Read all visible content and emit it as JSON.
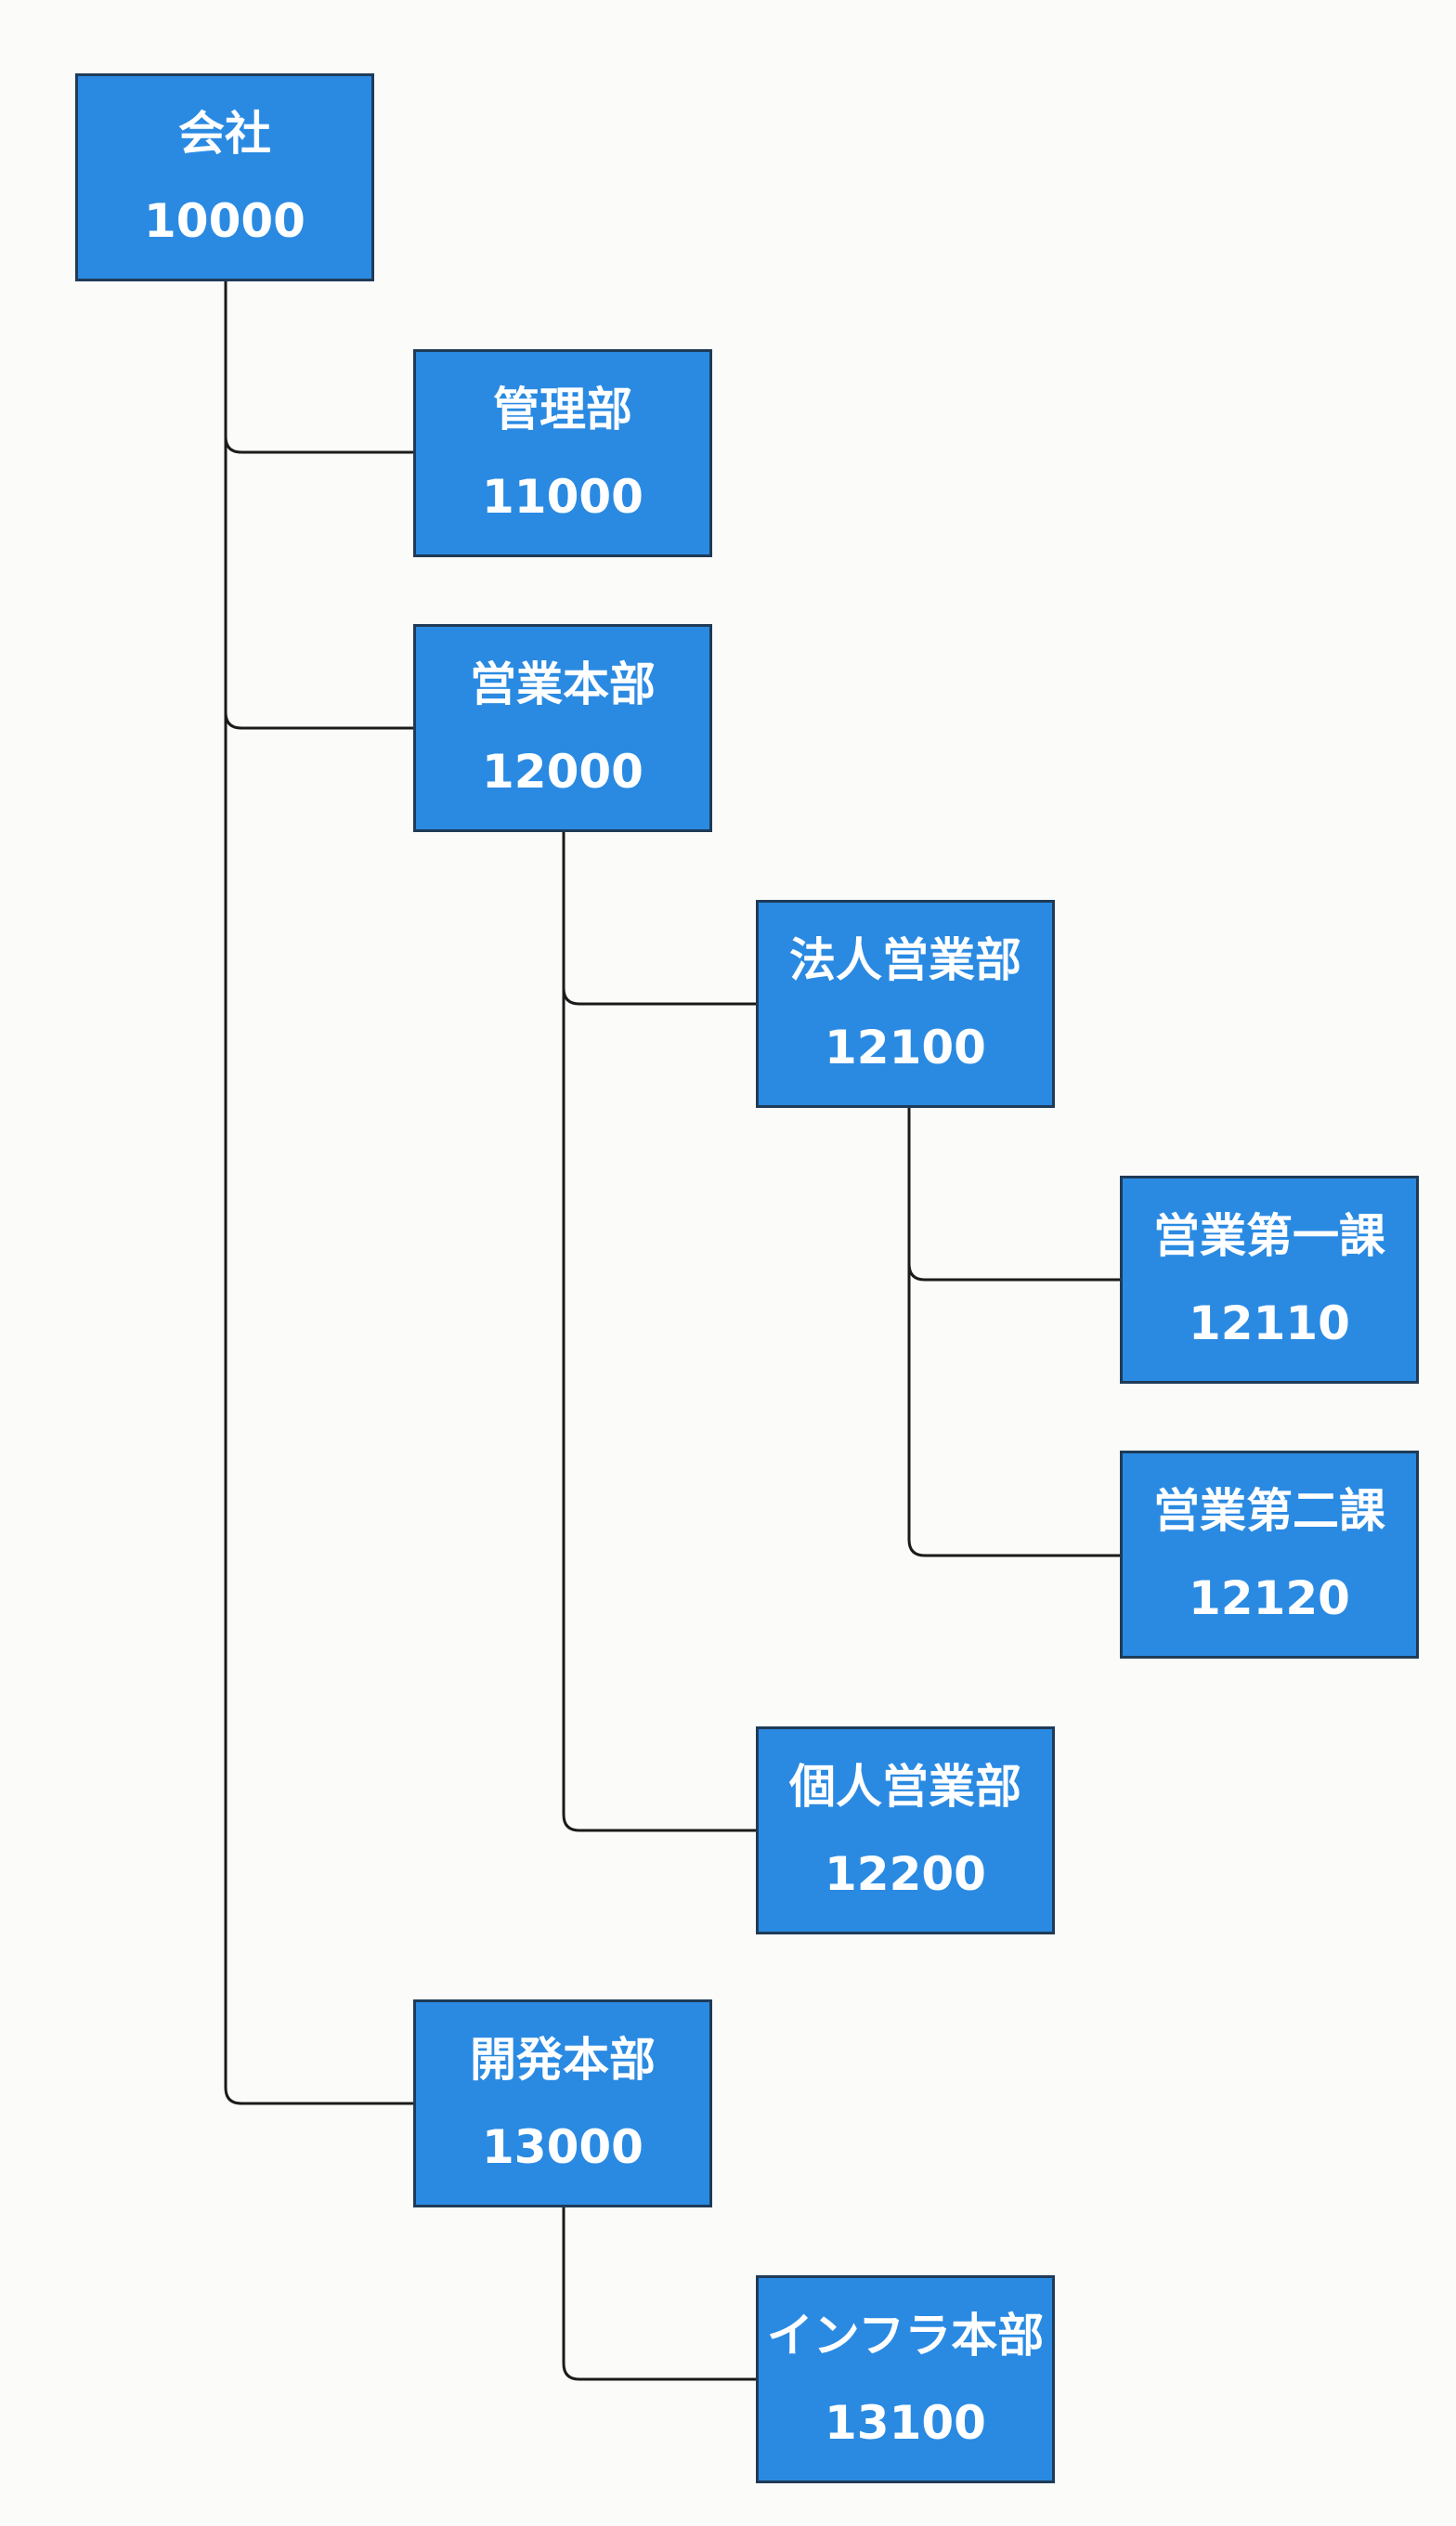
{
  "nodes": [
    {
      "id": "company",
      "name": "会社",
      "code": "10000"
    },
    {
      "id": "management",
      "name": "管理部",
      "code": "11000"
    },
    {
      "id": "sales-hq",
      "name": "営業本部",
      "code": "12000"
    },
    {
      "id": "corporate-sales",
      "name": "法人営業部",
      "code": "12100"
    },
    {
      "id": "sales-section-1",
      "name": "営業第一課",
      "code": "12110"
    },
    {
      "id": "sales-section-2",
      "name": "営業第二課",
      "code": "12120"
    },
    {
      "id": "personal-sales",
      "name": "個人営業部",
      "code": "12200"
    },
    {
      "id": "development-hq",
      "name": "開発本部",
      "code": "13000"
    },
    {
      "id": "infrastructure-hq",
      "name": "インフラ本部",
      "code": "13100"
    }
  ],
  "colors": {
    "node_fill": "#2a8ae2",
    "node_border": "#1f3b57",
    "node_text": "#ffffff",
    "connector": "#1b1b1b",
    "background": "#fbfbfa"
  }
}
